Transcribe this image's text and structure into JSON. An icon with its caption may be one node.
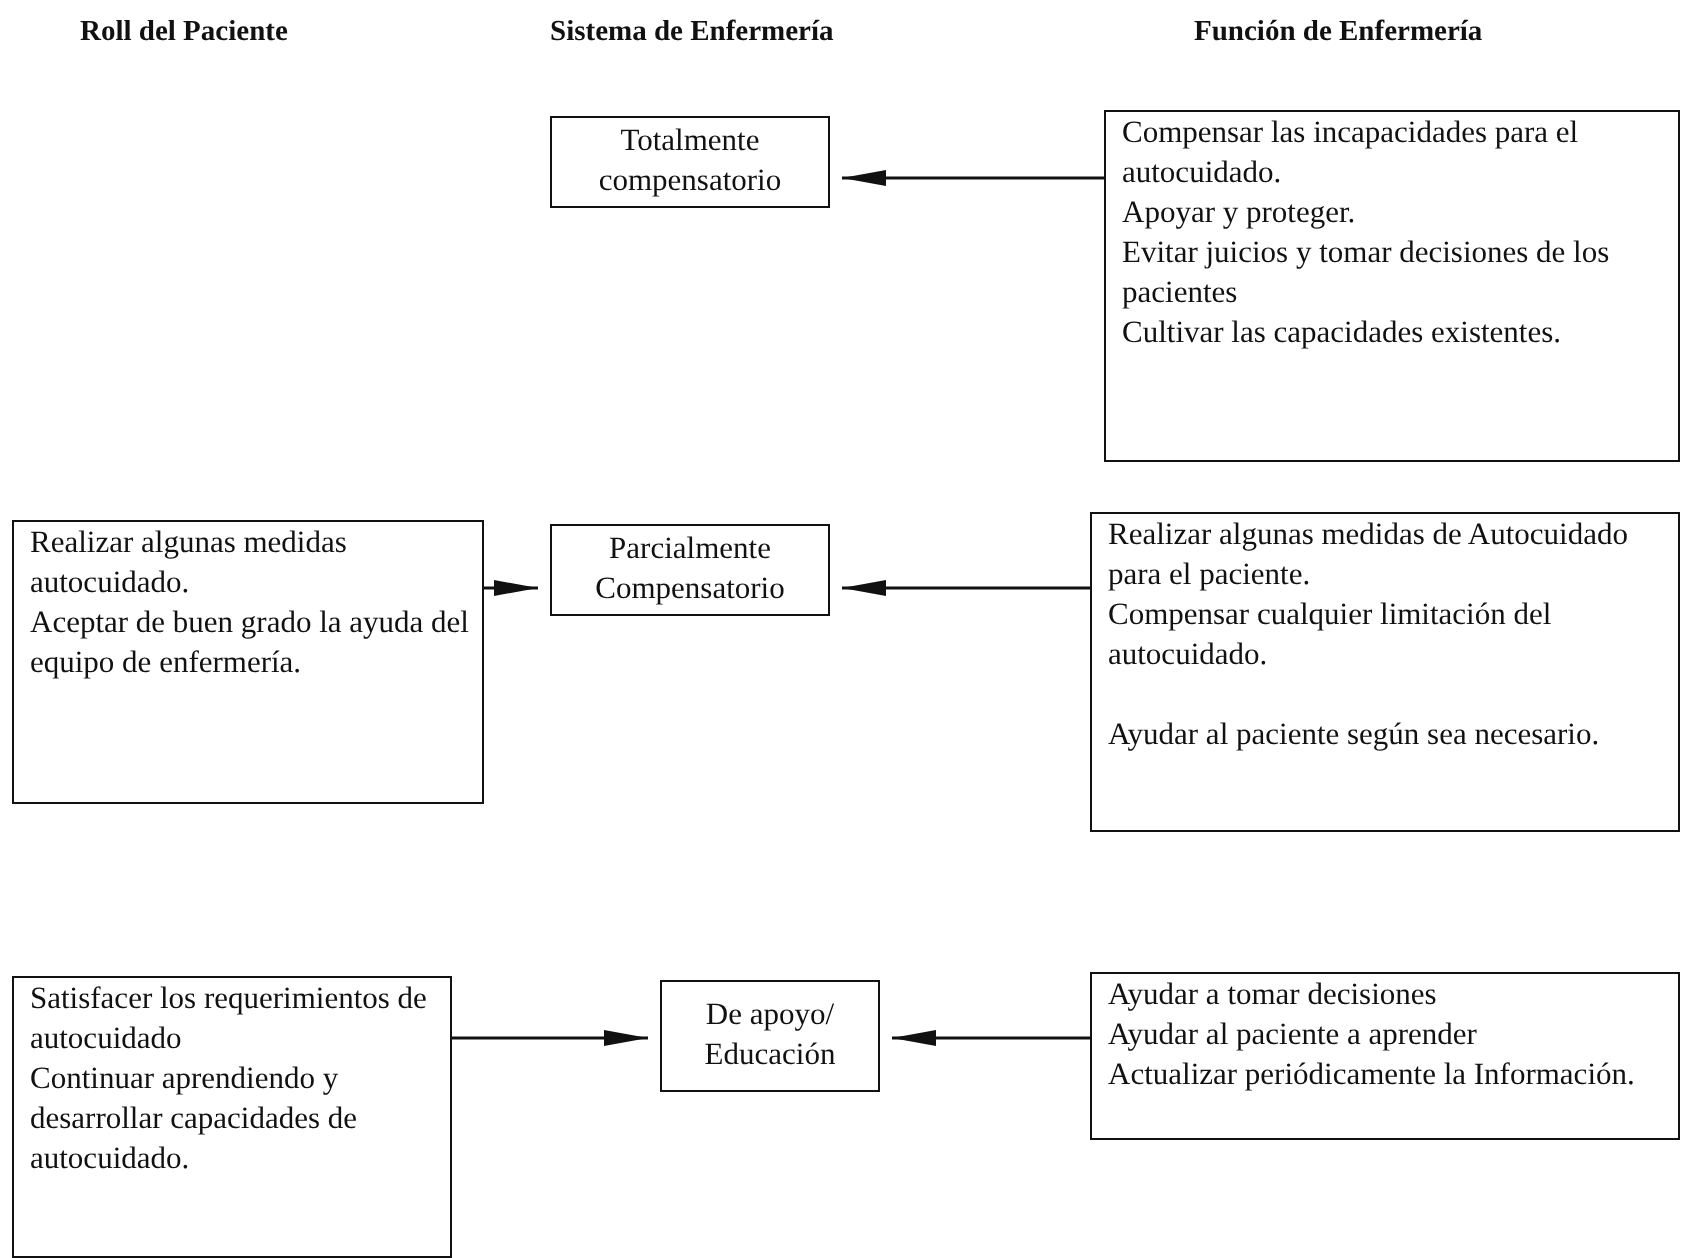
{
  "diagram": {
    "nodes": [
      {
        "text": [
          "Totalmente compensatorio"
        ]
      },
      {
        "text": [
          "Compensar las incapacidades para el autocuidado.",
          "Apoyar y proteger.",
          "Evitar juicios y tomar decisiones de los pacientes",
          "Cultivar las capacidades existentes."
        ]
      },
      {
        "text": [
          "Realizar algunas medidas autocuidado.",
          "Aceptar de buen grado la ayuda del equipo de enfermería."
        ]
      },
      {
        "text": [
          "Parcialmente Compensatorio"
        ]
      },
      {
        "text": [
          "Realizar algunas medidas de Autocuidado para el paciente.",
          "Compensar cualquier limitación del autocuidado.",
          "Ayudar al paciente según sea necesario."
        ]
      },
      {
        "text": [
          "Satisfacer los requerimientos de autocuidado",
          "Continuar aprendiendo y desarrollar capacidades de autocuidado."
        ]
      },
      {
        "text": [
          "De apoyo/ Educación"
        ]
      },
      {
        "text": [
          "Ayudar a tomar decisiones",
          "Ayudar al paciente a aprender",
          "Actualizar periódicamente la Información."
        ]
      }
    ],
    "edges": [
      {
        "from": 1,
        "to": 0,
        "arrow": "to"
      },
      {
        "from": 2,
        "to": 3,
        "arrow": "to"
      },
      {
        "from": 4,
        "to": 3,
        "arrow": "to"
      },
      {
        "from": 5,
        "to": 6,
        "arrow": "to"
      },
      {
        "from": 7,
        "to": 6,
        "arrow": "to"
      }
    ],
    "labels": [
      "Roll del Paciente",
      "Sistema de Enfermería",
      "Función de Enfermería"
    ]
  }
}
